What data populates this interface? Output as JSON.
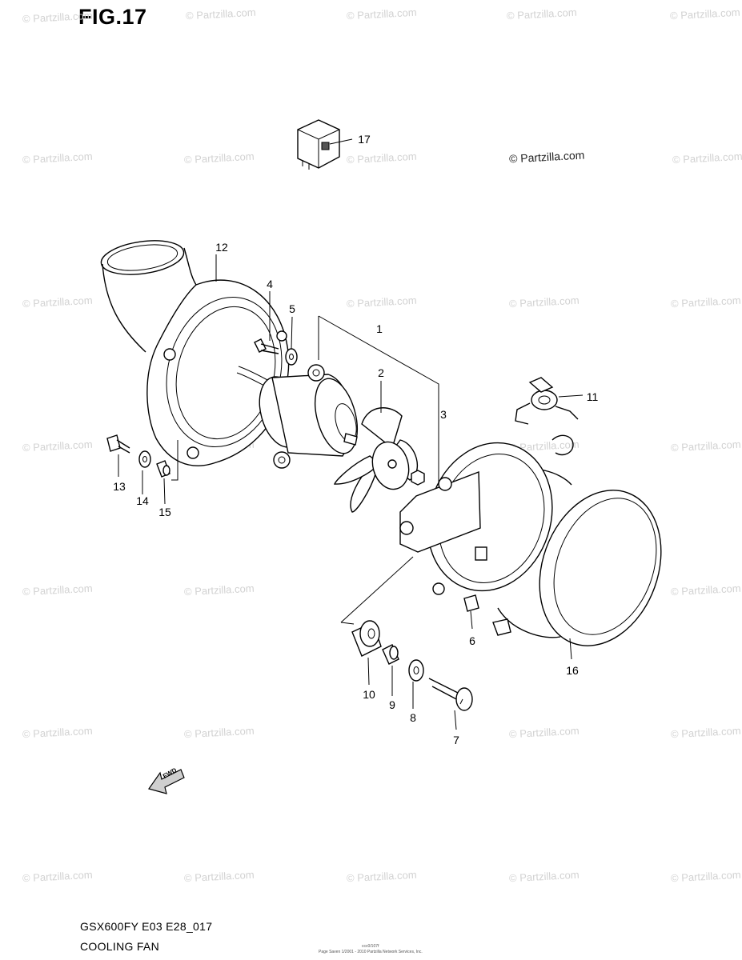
{
  "figure": {
    "title": "FIG.17",
    "model_code": "GSX600FY E03 E28_017",
    "name": "COOLING FAN"
  },
  "watermark": {
    "text": "© Partzilla.com",
    "prominent_text": "© Partzilla.com"
  },
  "callouts": {
    "c1": "1",
    "c2": "2",
    "c3": "3",
    "c4": "4",
    "c5": "5",
    "c6": "6",
    "c7": "7",
    "c8": "8",
    "c9": "9",
    "c10": "10",
    "c11": "11",
    "c12": "12",
    "c13": "13",
    "c14": "14",
    "c15": "15",
    "c16": "16",
    "c17": "17"
  },
  "fwd_arrow": {
    "label": "FWD",
    "icon": "fwd-arrow-icon"
  },
  "footer_small": {
    "line1": "ccc0/107f",
    "line2": "Page Saven 1/2001 - 2010 Partzilla Network Services, Inc."
  }
}
